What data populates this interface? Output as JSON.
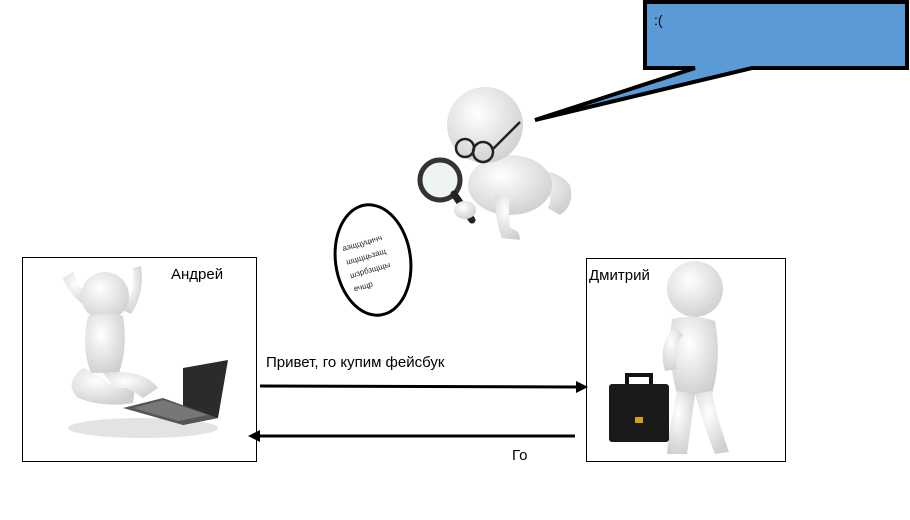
{
  "speech_bubble": {
    "text": ":("
  },
  "left_party": {
    "name": "Андрей"
  },
  "right_party": {
    "name": "Дмитрий"
  },
  "messages": {
    "outgoing": "Привет, го купим фейсбук",
    "reply": "Го"
  },
  "intercepted_note": {
    "lines": [
      "аэщцуцичч",
      "шцщцьзащ",
      "шзрбзщщы",
      "ечщр"
    ]
  },
  "colors": {
    "bubble_fill": "#5b9bd5",
    "figure_fill": "#f1f1f1",
    "figure_shadow": "#c9c9c9"
  }
}
